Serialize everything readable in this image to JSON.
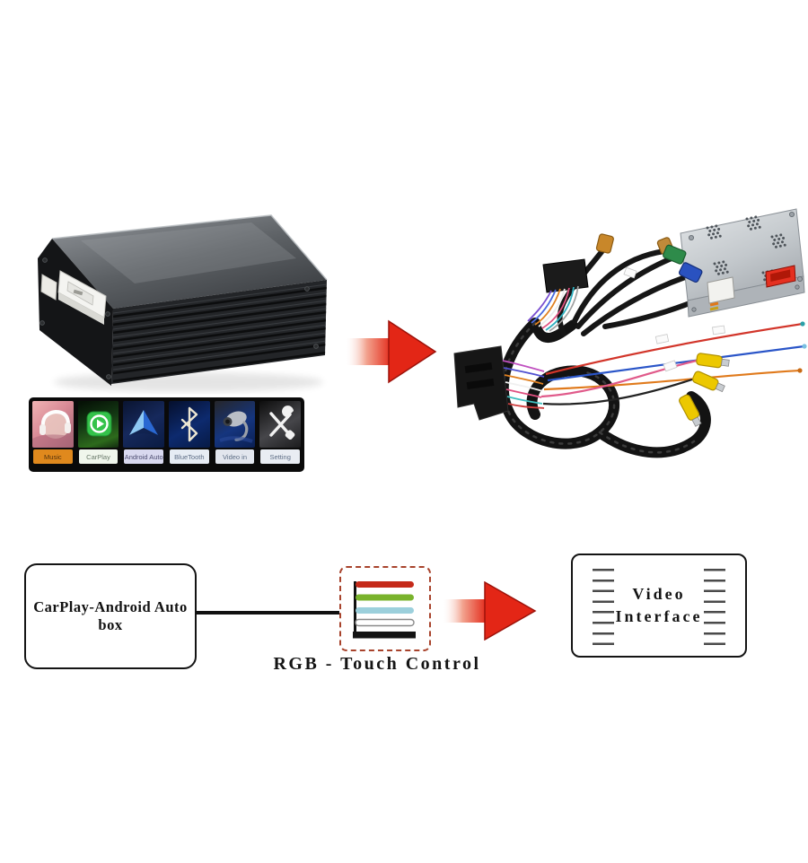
{
  "menu_bar": {
    "items": [
      {
        "label": "Music",
        "icon": "music-photo-icon",
        "label_bg": "#e0891d",
        "label_color": "#54330e"
      },
      {
        "label": "CarPlay",
        "icon": "carplay-icon",
        "label_bg": "#f0f6ec",
        "label_color": "#6a7a6a"
      },
      {
        "label": "Android Auto",
        "icon": "android-auto-icon",
        "label_bg": "#d9d9ef",
        "label_color": "#4e4e72"
      },
      {
        "label": "BlueTooth",
        "icon": "bluetooth-icon",
        "label_bg": "#e6ecf4",
        "label_color": "#5d6d85"
      },
      {
        "label": "Video in",
        "icon": "video-in-icon",
        "label_bg": "#e2e6ee",
        "label_color": "#5d6d85"
      },
      {
        "label": "Setting",
        "icon": "settings-icon",
        "label_bg": "#e9edf3",
        "label_color": "#5d6d85"
      }
    ]
  },
  "diagram": {
    "source_box_label": "CarPlay-Android Auto box",
    "rgb_caption": "RGB - Touch Control",
    "video_box_line1": "Video",
    "video_box_line2": "Interface",
    "dashed_border_color": "#a8432c",
    "arrow_color": "#e32616",
    "rgb_wires": [
      {
        "name": "red",
        "color": "#c52a1a"
      },
      {
        "name": "green",
        "color": "#79b32c"
      },
      {
        "name": "light-blue",
        "color": "#9cd0dc"
      },
      {
        "name": "white",
        "color": "#ffffff"
      },
      {
        "name": "black",
        "color": "#141414"
      }
    ]
  }
}
